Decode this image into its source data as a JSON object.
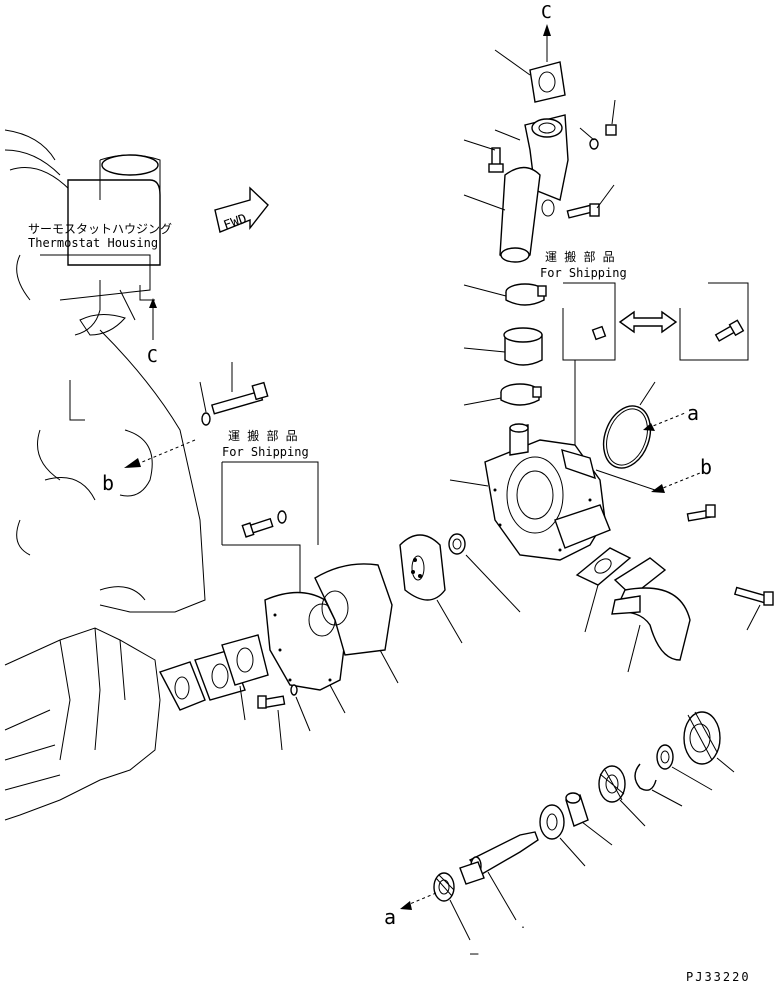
{
  "labels": {
    "thermostat_jp": "サーモスタットハウジング",
    "thermostat_en": "Thermostat Housing",
    "fwd": "FWD",
    "shipping_jp_1": "運 搬 部 品",
    "shipping_en_1": "For Shipping",
    "shipping_jp_2": "運 搬 部 品",
    "shipping_en_2": "For Shipping",
    "ref_c_top": "C",
    "ref_c_left": "C",
    "ref_a_right": "a",
    "ref_a_bottom": "a",
    "ref_b_left": "b",
    "ref_b_right": "b",
    "drawing_code": "PJ33220",
    "dash_mark": "–"
  }
}
